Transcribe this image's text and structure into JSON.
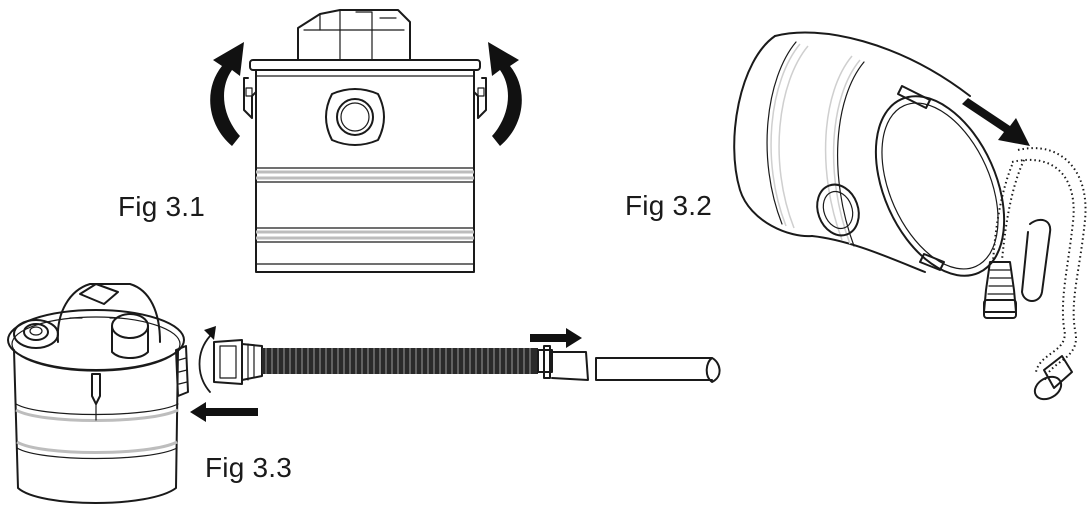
{
  "labels": {
    "fig_3_1": "Fig 3.1",
    "fig_3_2": "Fig 3.2",
    "fig_3_3": "Fig 3.3"
  },
  "colors": {
    "line": "#1a1a1a",
    "band": "#bdbdbd",
    "arrow": "#111111"
  },
  "icons": [
    "rotate-arrow",
    "pull-arrow",
    "push-arrow"
  ]
}
